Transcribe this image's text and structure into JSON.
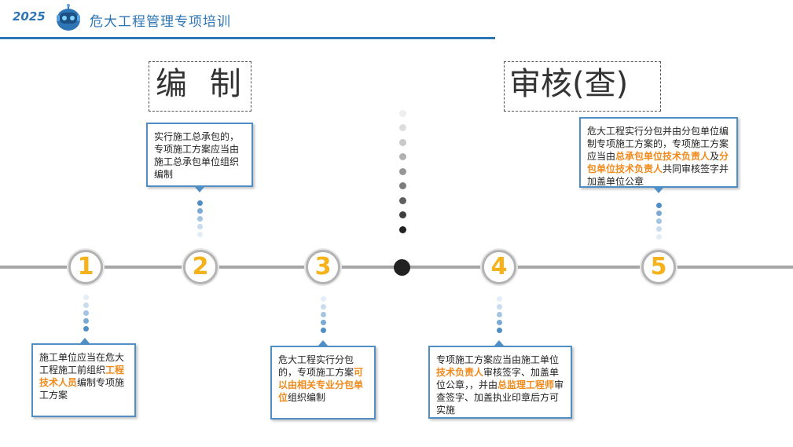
{
  "header": {
    "year": "2025",
    "title": "危大工程管理专项培训",
    "accent_color": "#2e75b6",
    "logo_icon": "robot-mascot-icon"
  },
  "sections": {
    "left_title": "编 制",
    "right_title": "审核(查)"
  },
  "steps": [
    {
      "number": "1",
      "parts": [
        {
          "text": "施工单位应当在危大工程施工前组织",
          "highlight": false
        },
        {
          "text": "工程技术人员",
          "highlight": true
        },
        {
          "text": "编制专项施工方案",
          "highlight": false
        }
      ]
    },
    {
      "number": "2",
      "parts": [
        {
          "text": "实行施工总承包的，专项施工方案应当由施工总承包单位组织编制",
          "highlight": false
        }
      ]
    },
    {
      "number": "3",
      "parts": [
        {
          "text": "危大工程实行分包的，专项施工方案",
          "highlight": false
        },
        {
          "text": "可以由相关专业分包单位",
          "highlight": true
        },
        {
          "text": "组织编制",
          "highlight": false
        }
      ]
    },
    {
      "number": "4",
      "parts": [
        {
          "text": "专项施工方案应当由施工单位",
          "highlight": false
        },
        {
          "text": "技术负责人",
          "highlight": true
        },
        {
          "text": "审核签字、加盖单位公章，，并由",
          "highlight": false
        },
        {
          "text": "总监理工程师",
          "highlight": true
        },
        {
          "text": "审查签字、加盖执业印章后方可实施",
          "highlight": false
        }
      ]
    },
    {
      "number": "5",
      "parts": [
        {
          "text": "危大工程实行分包并由分包单位编制专项施工方案的，专项施工方案应当由",
          "highlight": false
        },
        {
          "text": "总承包单位技术负责人",
          "highlight": true
        },
        {
          "text": "及",
          "highlight": false
        },
        {
          "text": "分包单位技术负责人",
          "highlight": true
        },
        {
          "text": "共同审核签字并加盖单位公章",
          "highlight": false
        }
      ]
    }
  ],
  "colors": {
    "highlight": "#f08a1c",
    "card_border": "#4f8fc5",
    "node_number": "#f5b21a",
    "timeline": "#a6a6a6"
  }
}
